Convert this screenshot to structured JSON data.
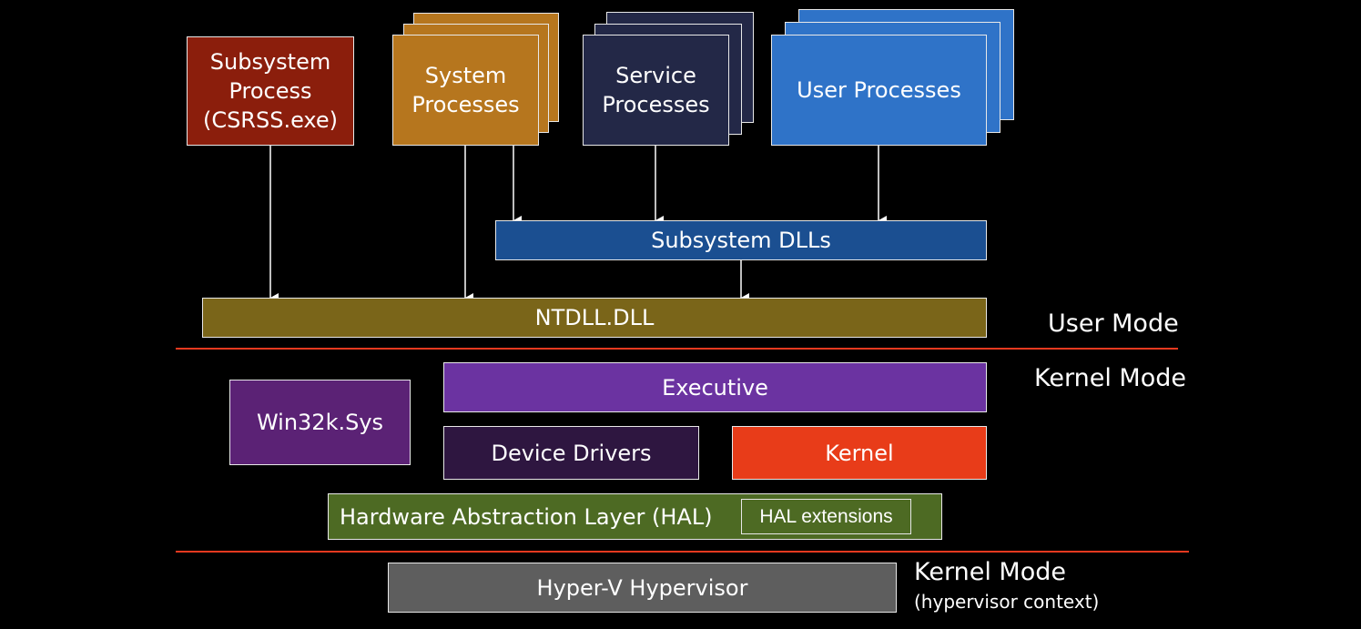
{
  "user_mode": {
    "subsystem_process": {
      "lines": [
        "Subsystem",
        "Process",
        "(CSRSS.exe)"
      ]
    },
    "system_processes": {
      "lines": [
        "System",
        "Processes"
      ]
    },
    "service_processes": {
      "lines": [
        "Service",
        "Processes"
      ]
    },
    "user_processes": {
      "label": "User Processes"
    },
    "subsystem_dlls": {
      "label": "Subsystem DLLs"
    },
    "ntdll": {
      "label": "NTDLL.DLL"
    }
  },
  "kernel_mode": {
    "win32k": {
      "label": "Win32k.Sys"
    },
    "executive": {
      "label": "Executive"
    },
    "device_drivers": {
      "label": "Device Drivers"
    },
    "kernel": {
      "label": "Kernel"
    },
    "hal": {
      "label": "Hardware Abstraction Layer (HAL)"
    },
    "hal_extensions": {
      "label": "HAL extensions"
    }
  },
  "hypervisor": {
    "label": "Hyper-V Hypervisor"
  },
  "zones": {
    "user_mode": "User Mode",
    "kernel_mode": "Kernel Mode",
    "kernel_mode_hv": "Kernel Mode",
    "kernel_mode_hv_sub": "(hypervisor context)"
  },
  "colors": {
    "subsystem_process": "#8b1e0c",
    "system_processes": "#b6761e",
    "service_processes": "#232847",
    "user_processes": "#2f73c8",
    "subsystem_dlls": "#1b4f91",
    "ntdll": "#7a6519",
    "executive": "#6b33a1",
    "win32k": "#5b2275",
    "device_drivers": "#2e1640",
    "kernel": "#e83c19",
    "hal": "#4d6a23",
    "hypervisor": "#5e5e5e",
    "divider": "#e8391f"
  }
}
